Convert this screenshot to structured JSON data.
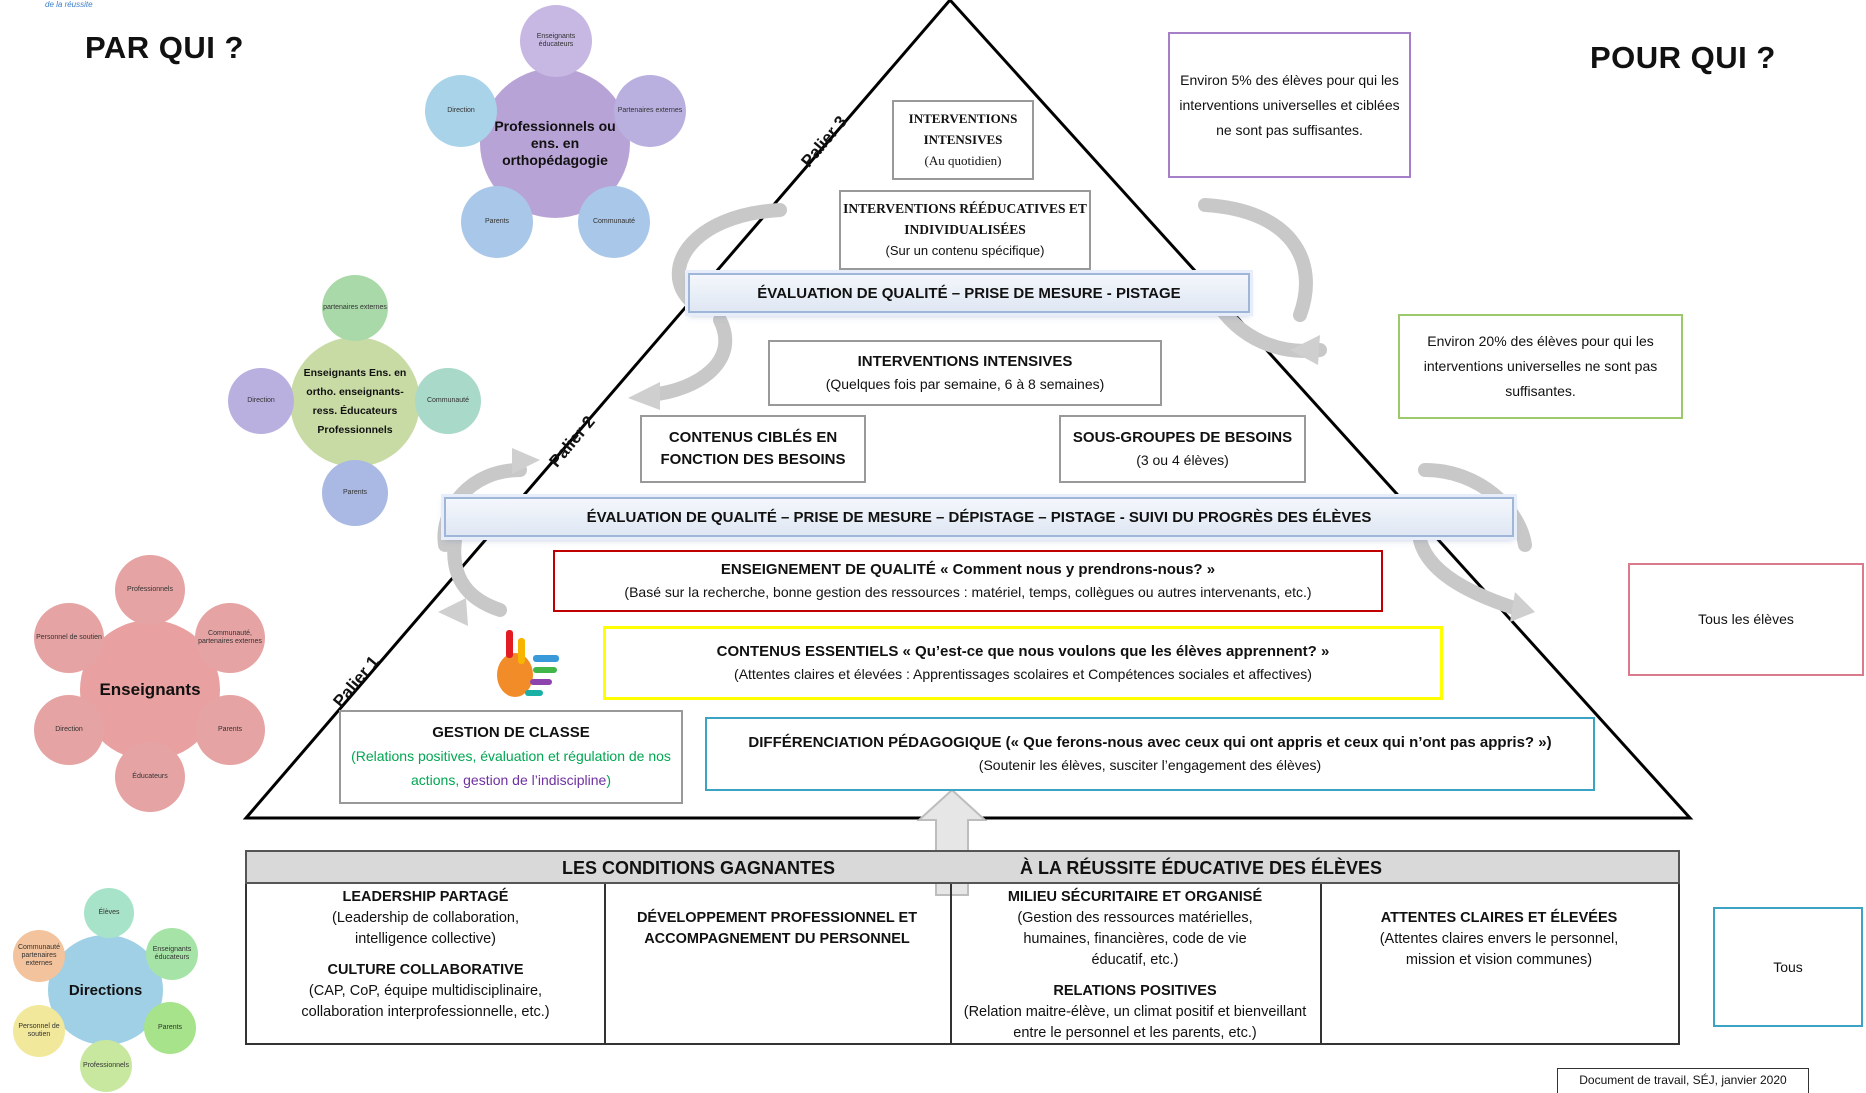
{
  "headers": {
    "par_qui": "PAR QUI ?",
    "pour_qui": "POUR QUI ?",
    "top_left_logo": "de la réussite"
  },
  "paliers": {
    "p1": "Palier 1",
    "p2": "Palier 2",
    "p3": "Palier 3"
  },
  "pyramid": {
    "p3_box1": {
      "title": "INTERVENTIONS INTENSIVES",
      "sub": "(Au quotidien)"
    },
    "p3_box2": {
      "title": "INTERVENTIONS RÉÉDUCATIVES ET INDIVIDUALISÉES",
      "sub": "(Sur un contenu spécifique)"
    },
    "eval_top": "ÉVALUATION DE QUALITÉ – PRISE DE MESURE - PISTAGE",
    "p2_box1": {
      "title": "INTERVENTIONS INTENSIVES",
      "sub": "(Quelques fois par semaine, 6 à 8 semaines)"
    },
    "p2_box2": {
      "title": "CONTENUS CIBLÉS EN FONCTION DES BESOINS"
    },
    "p2_box3": {
      "title": "SOUS-GROUPES DE BESOINS",
      "sub": "(3 ou 4 élèves)"
    },
    "eval_mid": "ÉVALUATION DE QUALITÉ – PRISE DE MESURE – DÉPISTAGE – PISTAGE - SUIVI DU PROGRÈS DES ÉLÈVES",
    "p1_box1": {
      "title": "ENSEIGNEMENT DE QUALITÉ « Comment nous y prendrons-nous? »",
      "sub": "(Basé sur la recherche, bonne gestion des ressources : matériel, temps, collègues ou autres intervenants, etc.)"
    },
    "p1_box2": {
      "title": "CONTENUS ESSENTIELS « Qu’est-ce que nous voulons que les élèves apprennent? »",
      "sub": "(Attentes claires et élevées : Apprentissages scolaires et Compétences sociales et affectives)"
    },
    "p1_box3": {
      "title": "GESTION DE CLASSE",
      "sub_green": "(Relations positives, évaluation et régulation de nos actions, ",
      "sub_purple": "gestion de l’indiscipline",
      "sub_end": ")"
    },
    "p1_box4": {
      "title": "DIFFÉRENCIATION PÉDAGOGIQUE (« Que ferons-nous avec ceux qui ont appris et ceux qui n’ont pas appris? »)",
      "sub": "(Soutenir les élèves, susciter l’engagement des élèves)"
    }
  },
  "right": {
    "r1": "Environ 5% des élèves pour qui les interventions universelles et ciblées ne sont pas suffisantes.",
    "r2": "Environ 20% des élèves pour qui les interventions universelles ne sont pas suffisantes.",
    "r3": "Tous les élèves",
    "r4": "Tous"
  },
  "clusters": {
    "c1": {
      "center": "Professionnels ou ens. en orthopédagogie",
      "sats": [
        "Enseignants éducateurs",
        "Partenaires externes",
        "Communauté",
        "Parents",
        "Direction"
      ],
      "color": "#b8a3d6",
      "sat_color": "#c7b7e3",
      "sat_alt": "#a9c7e8"
    },
    "c2": {
      "center": "Enseignants Ens. en ortho. enseignants-ress. Éducateurs Professionnels",
      "sats": [
        "partenaires externes",
        "Communauté",
        "Parents",
        "Direction"
      ],
      "color": "#c9dba5",
      "sat_color": "#a9d9a8"
    },
    "c3": {
      "center": "Enseignants",
      "sats": [
        "Professionnels",
        "Communauté, partenaires externes",
        "Parents",
        "Éducateurs",
        "Direction",
        "Personnel de soutien"
      ],
      "color": "#e8a0a0",
      "sat_color": "#e6a3a3"
    },
    "c4": {
      "center": "Directions",
      "sats": [
        "Élèves",
        "Enseignants éducateurs",
        "Parents",
        "Professionnels",
        "Personnel de soutien",
        "Communauté partenaires externes"
      ],
      "color": "#9fd0e6",
      "sat_color": "#a6e3a6"
    }
  },
  "conditions": {
    "head_left": "LES CONDITIONS GAGNANTES",
    "head_right": "À LA RÉUSSITE ÉDUCATIVE DES ÉLÈVES",
    "col1_t1": "LEADERSHIP PARTAGÉ",
    "col1_s1": "(Leadership de collaboration, intelligence collective)",
    "col1_t2": "CULTURE COLLABORATIVE",
    "col1_s2": "(CAP, CoP, équipe multidisciplinaire, collaboration interprofessionnelle, etc.)",
    "col2_t1": "DÉVELOPPEMENT PROFESSIONNEL ET ACCOMPAGNEMENT DU PERSONNEL",
    "col3_t1": "MILIEU SÉCURITAIRE ET ORGANISÉ",
    "col3_s1": "(Gestion des ressources matérielles, humaines, financières, code de vie éducatif, etc.)",
    "col3_t2": "RELATIONS POSITIVES",
    "col3_s2": "(Relation maitre-élève, un climat positif et bienveillant entre le personnel et les parents, etc.)",
    "col4_t1": "ATTENTES CLAIRES ET ÉLEVÉES",
    "col4_s1": "(Attentes claires envers le personnel, mission et vision communes)"
  },
  "footer": "Document de travail, SÉJ, janvier 2020",
  "colors": {
    "red": "#c00000",
    "yellow": "#ffff00",
    "blue": "#3ca3c4",
    "green": "#00a651",
    "purple": "#7030a0",
    "lavender": "#a77fc6",
    "lightgreen": "#9bc96b",
    "pink": "#d97a8d"
  }
}
